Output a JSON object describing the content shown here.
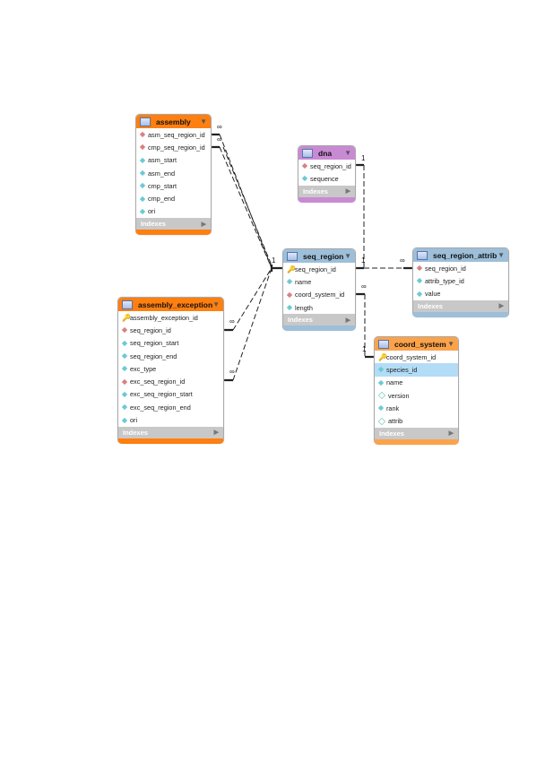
{
  "colors": {
    "orange": "#ff7f10",
    "purple": "#c98ad4",
    "blue": "#9dbfd9",
    "light_orange": "#fba34a"
  },
  "indexes_label": "Indexes",
  "tables": {
    "assembly": {
      "name": "assembly",
      "columns": [
        {
          "name": "asm_seq_region_id",
          "type": "fk"
        },
        {
          "name": "cmp_seq_region_id",
          "type": "fk"
        },
        {
          "name": "asm_start",
          "type": "col"
        },
        {
          "name": "asm_end",
          "type": "col"
        },
        {
          "name": "cmp_start",
          "type": "col"
        },
        {
          "name": "cmp_end",
          "type": "col"
        },
        {
          "name": "ori",
          "type": "col"
        }
      ]
    },
    "dna": {
      "name": "dna",
      "columns": [
        {
          "name": "seq_region_id",
          "type": "fk"
        },
        {
          "name": "sequence",
          "type": "col"
        }
      ]
    },
    "seq_region": {
      "name": "seq_region",
      "columns": [
        {
          "name": "seq_region_id",
          "type": "pk"
        },
        {
          "name": "name",
          "type": "col"
        },
        {
          "name": "coord_system_id",
          "type": "fk"
        },
        {
          "name": "length",
          "type": "col"
        }
      ]
    },
    "seq_region_attrib": {
      "name": "seq_region_attrib",
      "columns": [
        {
          "name": "seq_region_id",
          "type": "fk"
        },
        {
          "name": "attrib_type_id",
          "type": "col"
        },
        {
          "name": "value",
          "type": "col"
        }
      ]
    },
    "coord_system": {
      "name": "coord_system",
      "columns": [
        {
          "name": "coord_system_id",
          "type": "pk"
        },
        {
          "name": "species_id",
          "type": "col",
          "selected": true
        },
        {
          "name": "name",
          "type": "col"
        },
        {
          "name": "version",
          "type": "nul"
        },
        {
          "name": "rank",
          "type": "col"
        },
        {
          "name": "attrib",
          "type": "nul"
        }
      ]
    },
    "assembly_exception": {
      "name": "assembly_exception",
      "columns": [
        {
          "name": "assembly_exception_id",
          "type": "pk"
        },
        {
          "name": "seq_region_id",
          "type": "fk"
        },
        {
          "name": "seq_region_start",
          "type": "col"
        },
        {
          "name": "seq_region_end",
          "type": "col"
        },
        {
          "name": "exc_type",
          "type": "col"
        },
        {
          "name": "exc_seq_region_id",
          "type": "fk"
        },
        {
          "name": "exc_seq_region_start",
          "type": "col"
        },
        {
          "name": "exc_seq_region_end",
          "type": "col"
        },
        {
          "name": "ori",
          "type": "col"
        }
      ]
    }
  },
  "cardinality": {
    "one": "1",
    "many": "∞"
  }
}
